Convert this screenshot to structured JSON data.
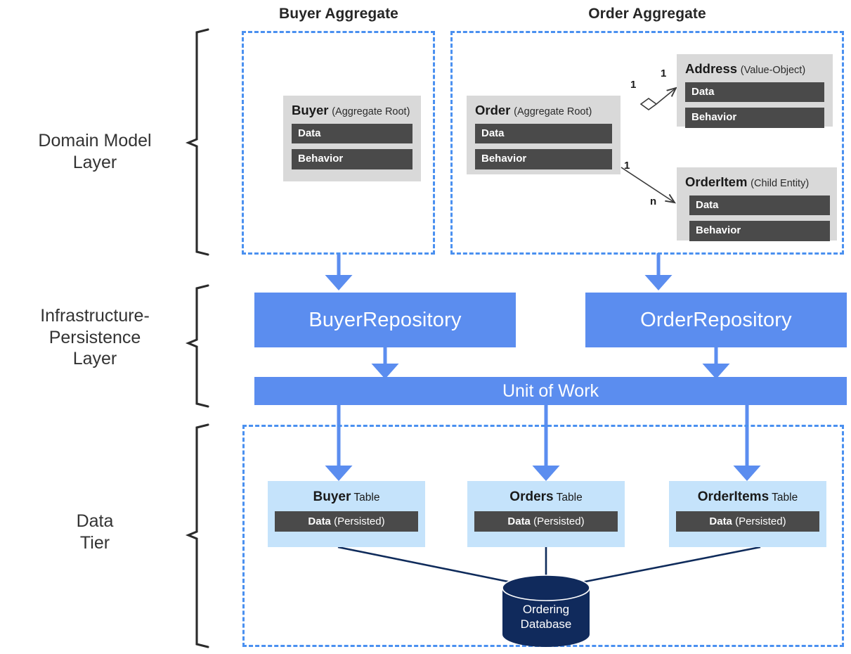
{
  "diagram": {
    "title": "DDD Ordering microservice layers and aggregates",
    "colors": {
      "accent_blue": "#5B8DEF",
      "dashed_blue": "#4A90F0",
      "entity_grey": "#D9D9D9",
      "slot_dark": "#4A4A4A",
      "table_light_blue": "#C5E3FB",
      "database_navy": "#102A5C",
      "text_dark": "#262626"
    }
  },
  "aggregate_headings": [
    {
      "id": "buyer-aggregate",
      "label": "Buyer Aggregate"
    },
    {
      "id": "order-aggregate",
      "label": "Order Aggregate"
    }
  ],
  "layers": [
    {
      "id": "domain-model-layer",
      "label": "Domain Model\nLayer"
    },
    {
      "id": "infrastructure-persistence-layer",
      "label": "Infrastructure-\nPersistence\nLayer"
    },
    {
      "id": "data-tier",
      "label": "Data\nTier"
    }
  ],
  "entities": {
    "buyer": {
      "name": "Buyer",
      "stereotype": "(Aggregate Root)",
      "slots": [
        "Data",
        "Behavior"
      ]
    },
    "order": {
      "name": "Order",
      "stereotype": "(Aggregate Root)",
      "slots": [
        "Data",
        "Behavior"
      ]
    },
    "address": {
      "name": "Address",
      "stereotype": "(Value-Object)",
      "slots": [
        "Data",
        "Behavior"
      ]
    },
    "orderitem": {
      "name": "OrderItem",
      "stereotype": "(Child Entity)",
      "slots": [
        "Data",
        "Behavior"
      ]
    }
  },
  "multiplicities": {
    "order_to_address_source": "1",
    "order_to_address_target": "1",
    "order_to_orderitem_source": "1",
    "order_to_orderitem_target": "n"
  },
  "repositories": [
    {
      "id": "buyer-repository",
      "label": "BuyerRepository"
    },
    {
      "id": "order-repository",
      "label": "OrderRepository"
    }
  ],
  "unit_of_work": {
    "id": "unit-of-work",
    "label": "Unit of Work"
  },
  "tables": [
    {
      "id": "buyer-table",
      "name": "Buyer",
      "suffix": " Table",
      "slot_name": "Data",
      "slot_suffix": " (Persisted)"
    },
    {
      "id": "orders-table",
      "name": "Orders",
      "suffix": " Table",
      "slot_name": "Data",
      "slot_suffix": " (Persisted)"
    },
    {
      "id": "orderitems-table",
      "name": "OrderItems",
      "suffix": " Table",
      "slot_name": "Data",
      "slot_suffix": " (Persisted)"
    }
  ],
  "database": {
    "id": "ordering-database",
    "label": "Ordering\nDatabase"
  }
}
